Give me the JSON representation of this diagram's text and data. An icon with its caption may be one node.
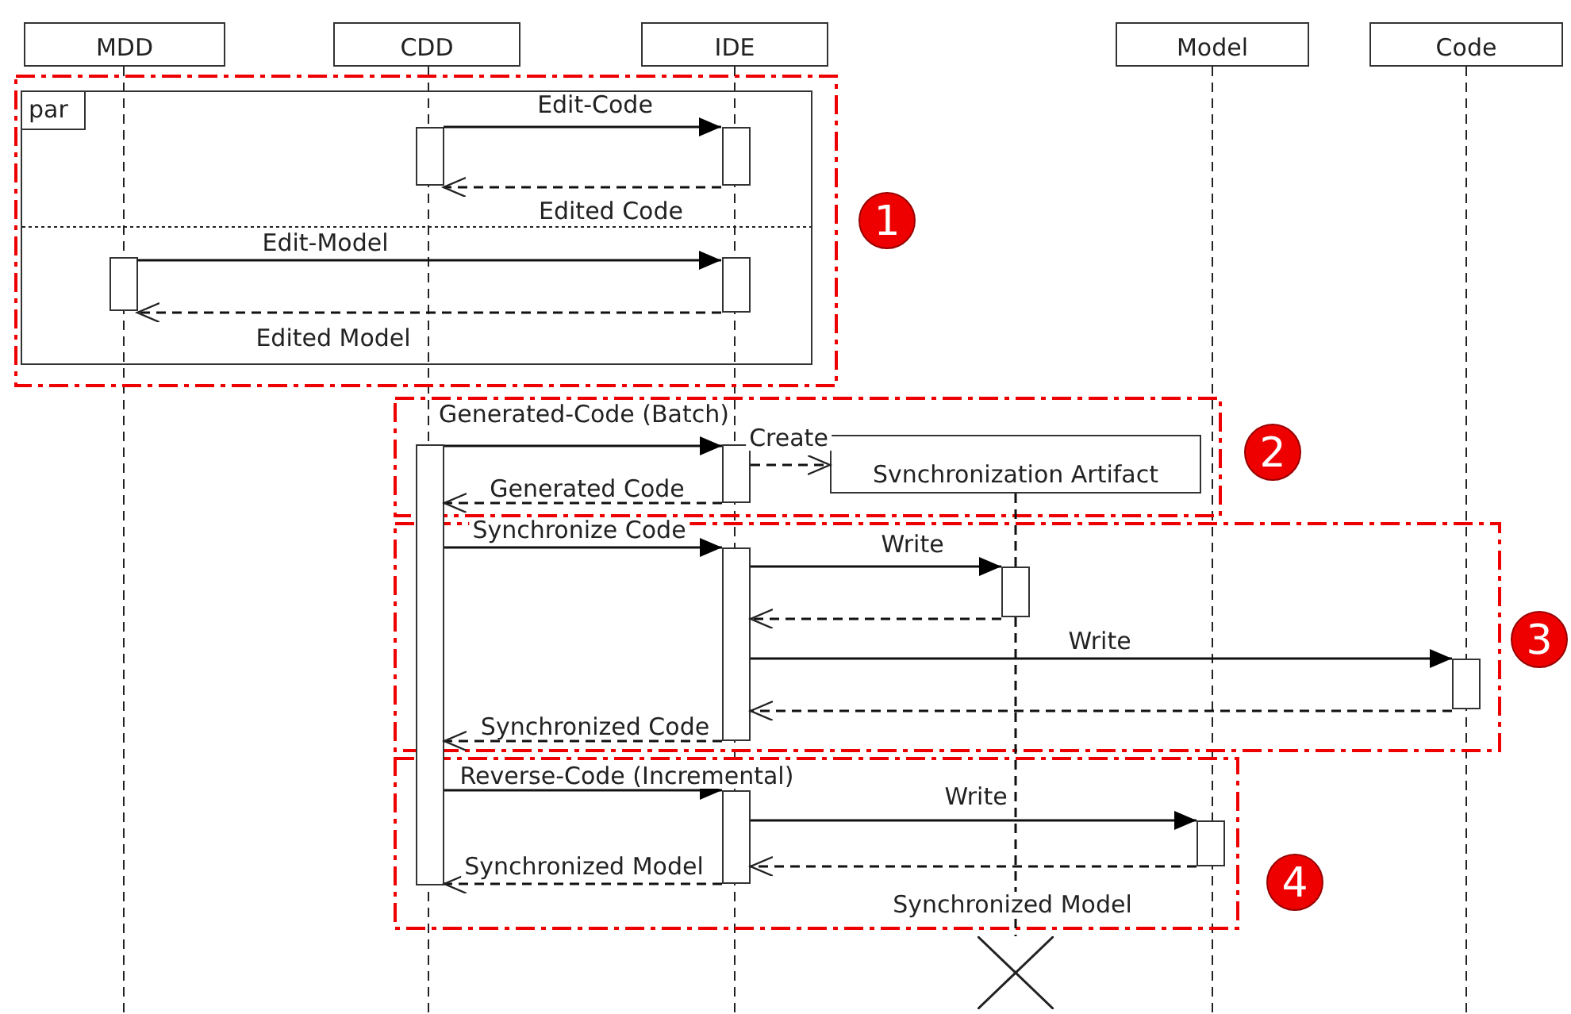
{
  "diagram": {
    "nodes": [
      {
        "text": [
          "MDD"
        ]
      },
      {
        "text": [
          "CDD"
        ]
      },
      {
        "text": [
          "IDE"
        ]
      },
      {
        "text": [
          "Model"
        ]
      },
      {
        "text": [
          "Code"
        ]
      },
      {
        "text": [
          "par"
        ]
      },
      {
        "text": [],
        "shape": "bar",
        "in": 5
      },
      {
        "text": [],
        "shape": "bar",
        "in": 5
      },
      {
        "text": [],
        "shape": "bar",
        "in": 5
      },
      {
        "text": [],
        "shape": "bar",
        "in": 5
      },
      {
        "text": [],
        "shape": "bar"
      },
      {
        "text": [],
        "shape": "bar"
      },
      {
        "text": [
          "Svnchronization Artifact"
        ]
      },
      {
        "text": [],
        "shape": "bar"
      },
      {
        "text": [],
        "shape": "bar"
      },
      {
        "text": [],
        "shape": "bar"
      },
      {
        "text": [],
        "shape": "bar"
      },
      {
        "text": [],
        "shape": "bar"
      },
      {
        "text": [],
        "shape": "cross"
      }
    ],
    "edges": [
      {
        "from": 6,
        "to": 7,
        "arrow": "to",
        "label": "Edit-Code"
      },
      {
        "from": 7,
        "to": 6,
        "arrow": "to",
        "label": "Edited Code",
        "style": "dashed"
      },
      {
        "from": 8,
        "to": 9,
        "arrow": "to",
        "label": "Edit-Model"
      },
      {
        "from": 9,
        "to": 8,
        "arrow": "to",
        "label": "Edited Model",
        "style": "dashed"
      },
      {
        "from": 10,
        "to": 11,
        "arrow": "to",
        "label": "Generated-Code (Batch)"
      },
      {
        "from": 11,
        "to": 12,
        "arrow": "to",
        "label": "Create",
        "style": "dashed"
      },
      {
        "from": 11,
        "to": 10,
        "arrow": "to",
        "label": "Generated Code",
        "style": "dashed"
      },
      {
        "from": 10,
        "to": 13,
        "arrow": "to",
        "label": "Synchronize Code"
      },
      {
        "from": 13,
        "to": 14,
        "arrow": "to",
        "label": "Write"
      },
      {
        "from": 14,
        "to": 13,
        "arrow": "to",
        "style": "dashed"
      },
      {
        "from": 13,
        "to": 15,
        "arrow": "to",
        "label": "Write"
      },
      {
        "from": 15,
        "to": 13,
        "arrow": "to",
        "style": "dashed"
      },
      {
        "from": 13,
        "to": 10,
        "arrow": "to",
        "label": "Synchronized Code",
        "style": "dashed"
      },
      {
        "from": 10,
        "to": 16,
        "arrow": "to",
        "label": "Reverse-Code (Incremental)"
      },
      {
        "from": 16,
        "to": 17,
        "arrow": "to",
        "label": "Write"
      },
      {
        "from": 17,
        "to": 16,
        "arrow": "to",
        "label": "Synchronized Model",
        "style": "dashed"
      },
      {
        "from": 16,
        "to": 10,
        "arrow": "to",
        "label": "Synchronized Model",
        "style": "dashed"
      },
      {
        "from": 12,
        "to": 14,
        "arrow": "none",
        "style": "dashed"
      },
      {
        "from": 14,
        "to": 18,
        "arrow": "none",
        "style": "dashed"
      }
    ],
    "labels": [
      "1",
      "2",
      "3",
      "4"
    ]
  }
}
